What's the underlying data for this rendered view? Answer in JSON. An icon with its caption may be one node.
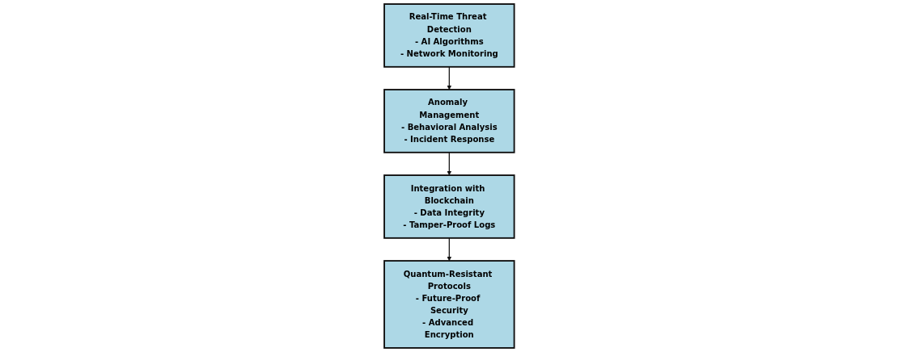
{
  "diagram": {
    "nodes": [
      {
        "text": [
          "Real-Time Threat Detection",
          "- AI Algorithms",
          "- Network Monitoring"
        ]
      },
      {
        "text": [
          "Anomaly Management",
          "- Behavioral Analysis",
          "- Incident Response"
        ]
      },
      {
        "text": [
          "Integration with Blockchain",
          "- Data Integrity",
          "- Tamper-Proof Logs"
        ]
      },
      {
        "text": [
          "Quantum-Resistant Protocols",
          "- Future-Proof Security",
          "- Advanced Encryption"
        ]
      }
    ],
    "edges": [
      {
        "from": 0,
        "to": 1,
        "arrow": "to"
      },
      {
        "from": 1,
        "to": 2,
        "arrow": "to"
      },
      {
        "from": 2,
        "to": 3,
        "arrow": "to"
      }
    ]
  }
}
